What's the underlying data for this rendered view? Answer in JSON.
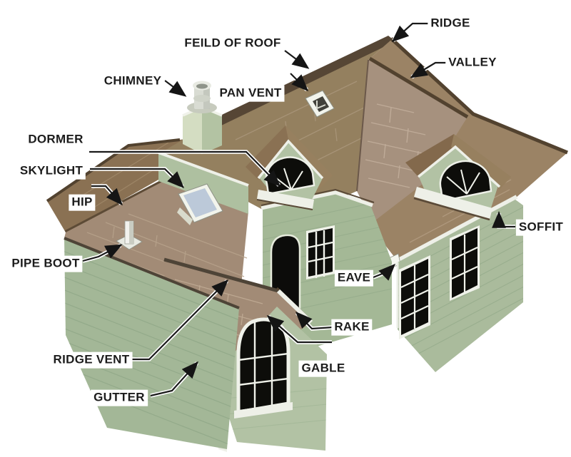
{
  "diagram": {
    "subject": "House roofing components diagram",
    "background_color": "#ffffff",
    "labels": [
      {
        "id": "feild-of-roof",
        "text": "FEILD OF ROOF",
        "target": "field of roof surface"
      },
      {
        "id": "ridge",
        "text": "RIDGE",
        "target": "top ridge of main roof"
      },
      {
        "id": "valley",
        "text": "VALLEY",
        "target": "valley between roof planes"
      },
      {
        "id": "chimney",
        "text": "CHIMNEY",
        "target": "chimney with cap"
      },
      {
        "id": "pan-vent",
        "text": "PAN VENT",
        "target": "pan vent on roof"
      },
      {
        "id": "dormer",
        "text": "DORMER",
        "target": "center dormer"
      },
      {
        "id": "skylight",
        "text": "SKYLIGHT",
        "target": "skylight on left wing roof"
      },
      {
        "id": "hip",
        "text": "HIP",
        "target": "hip edge of left wing roof"
      },
      {
        "id": "pipe-boot",
        "text": "PIPE BOOT",
        "target": "plumbing pipe boot"
      },
      {
        "id": "soffit",
        "text": "SOFFIT",
        "target": "soffit under right eave"
      },
      {
        "id": "eave",
        "text": "EAVE",
        "target": "eave corner of right wing"
      },
      {
        "id": "rake",
        "text": "RAKE",
        "target": "rake edge of front gable roof"
      },
      {
        "id": "gable",
        "text": "GABLE",
        "target": "front gable wall"
      },
      {
        "id": "ridge-vent",
        "text": "RIDGE VENT",
        "target": "ridge vent on front gable"
      },
      {
        "id": "gutter",
        "text": "GUTTER",
        "target": "gutter on front gable eave"
      }
    ],
    "palette": {
      "roof_brown": "#94805f",
      "roof_mauve": "#a6917e",
      "roof_right_wing": "#9b8365",
      "roof_dark_edge": "#52422f",
      "wall_green_light": "#b2c2a4",
      "wall_green_mid": "#a4b896",
      "wall_green_shadow": "#96ac8b",
      "trim_white": "#eef0e8",
      "window_glass": "#0d0d0a",
      "skylight_glass": "#bcc9d9",
      "label_text": "#1c1c1c",
      "leader_line": "#1a1a1a"
    }
  }
}
